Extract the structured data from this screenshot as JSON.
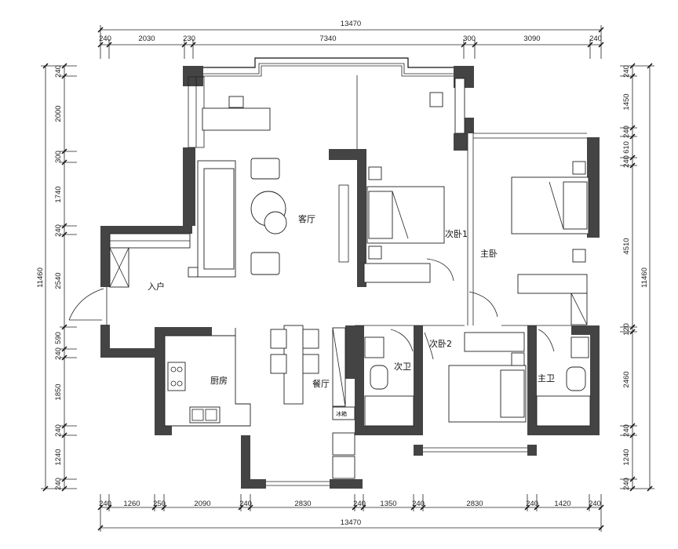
{
  "plan": {
    "overall_width_top": "13470",
    "overall_width_bottom": "13470",
    "overall_height_left": "11460",
    "overall_height_right": "11460",
    "top_segments": [
      "240",
      "2030",
      "230",
      "7340",
      "300",
      "3090",
      "240"
    ],
    "bottom_segments": [
      "240",
      "1260",
      "250",
      "2090",
      "240",
      "2830",
      "240",
      "1350",
      "240",
      "2830",
      "240",
      "1420",
      "240"
    ],
    "left_segments": [
      "240",
      "2000",
      "300",
      "1740",
      "240",
      "2540",
      "590",
      "240",
      "1850",
      "240",
      "1240",
      "240"
    ],
    "right_segments": [
      "240",
      "1450",
      "240",
      "610",
      "240",
      "4510",
      "120",
      "2460",
      "240",
      "1240",
      "240"
    ]
  },
  "rooms": {
    "living": "客厅",
    "bedroom1": "次卧1",
    "master": "主卧",
    "entry": "入户",
    "kitchen": "厨房",
    "dining": "餐厅",
    "bath2": "次卫",
    "bedroom2": "次卧2",
    "master_bath": "主卫",
    "fridge": "冰箱"
  }
}
